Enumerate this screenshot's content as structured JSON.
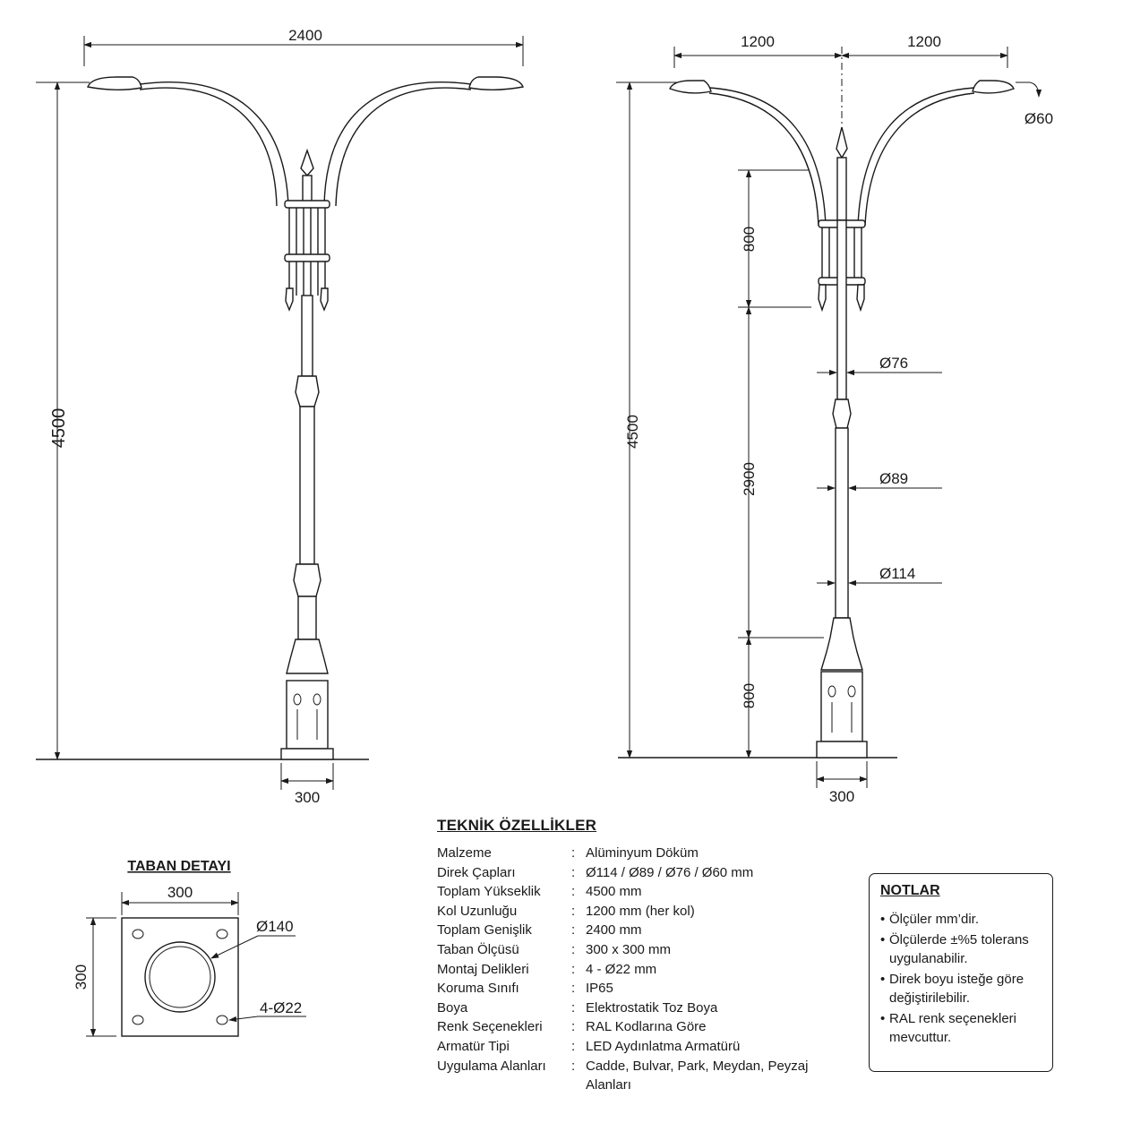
{
  "left_view": {
    "width_dim": "2400",
    "height_dim": "4500",
    "base_dim": "300"
  },
  "right_view": {
    "arm_left_dim": "1200",
    "arm_right_dim": "1200",
    "height_dim": "4500",
    "lamp_dia": "Ø60",
    "seg_top": "800",
    "seg_mid": "2900",
    "seg_bottom": "800",
    "dia_upper": "Ø76",
    "dia_middle": "Ø89",
    "dia_lower": "Ø114",
    "base_dim": "300"
  },
  "base_detail": {
    "title": "TABAN DETAYI",
    "width_dim": "300",
    "height_dim": "300",
    "center_hole": "Ø140",
    "bolt_holes": "4-Ø22"
  },
  "specs": {
    "title": "TEKNİK ÖZELLİKLER",
    "separator": ":",
    "rows": [
      {
        "label": "Malzeme",
        "value": "Alüminyum Döküm"
      },
      {
        "label": "Direk Çapları",
        "value": "Ø114 / Ø89 / Ø76 / Ø60 mm"
      },
      {
        "label": "Toplam Yükseklik",
        "value": "4500 mm"
      },
      {
        "label": "Kol Uzunluğu",
        "value": "1200 mm (her kol)"
      },
      {
        "label": "Toplam Genişlik",
        "value": "2400 mm"
      },
      {
        "label": "Taban Ölçüsü",
        "value": "300 x 300 mm"
      },
      {
        "label": "Montaj Delikleri",
        "value": "4 - Ø22 mm"
      },
      {
        "label": "Koruma Sınıfı",
        "value": "IP65"
      },
      {
        "label": "Boya",
        "value": "Elektrostatik Toz Boya"
      },
      {
        "label": "Renk Seçenekleri",
        "value": "RAL Kodlarına Göre"
      },
      {
        "label": "Armatür Tipi",
        "value": "LED Aydınlatma Armatürü"
      },
      {
        "label": "Uygulama Alanları",
        "value": "Cadde, Bulvar, Park, Meydan, Peyzaj Alanları"
      }
    ]
  },
  "notes": {
    "title": "NOTLAR",
    "bullet": "•",
    "items": [
      "Ölçüler mm’dir.",
      "Ölçülerde ±%5 tolerans uygulanabilir.",
      "Direk boyu isteğe göre değiştirilebilir.",
      "RAL renk seçenekleri mevcuttur."
    ]
  }
}
